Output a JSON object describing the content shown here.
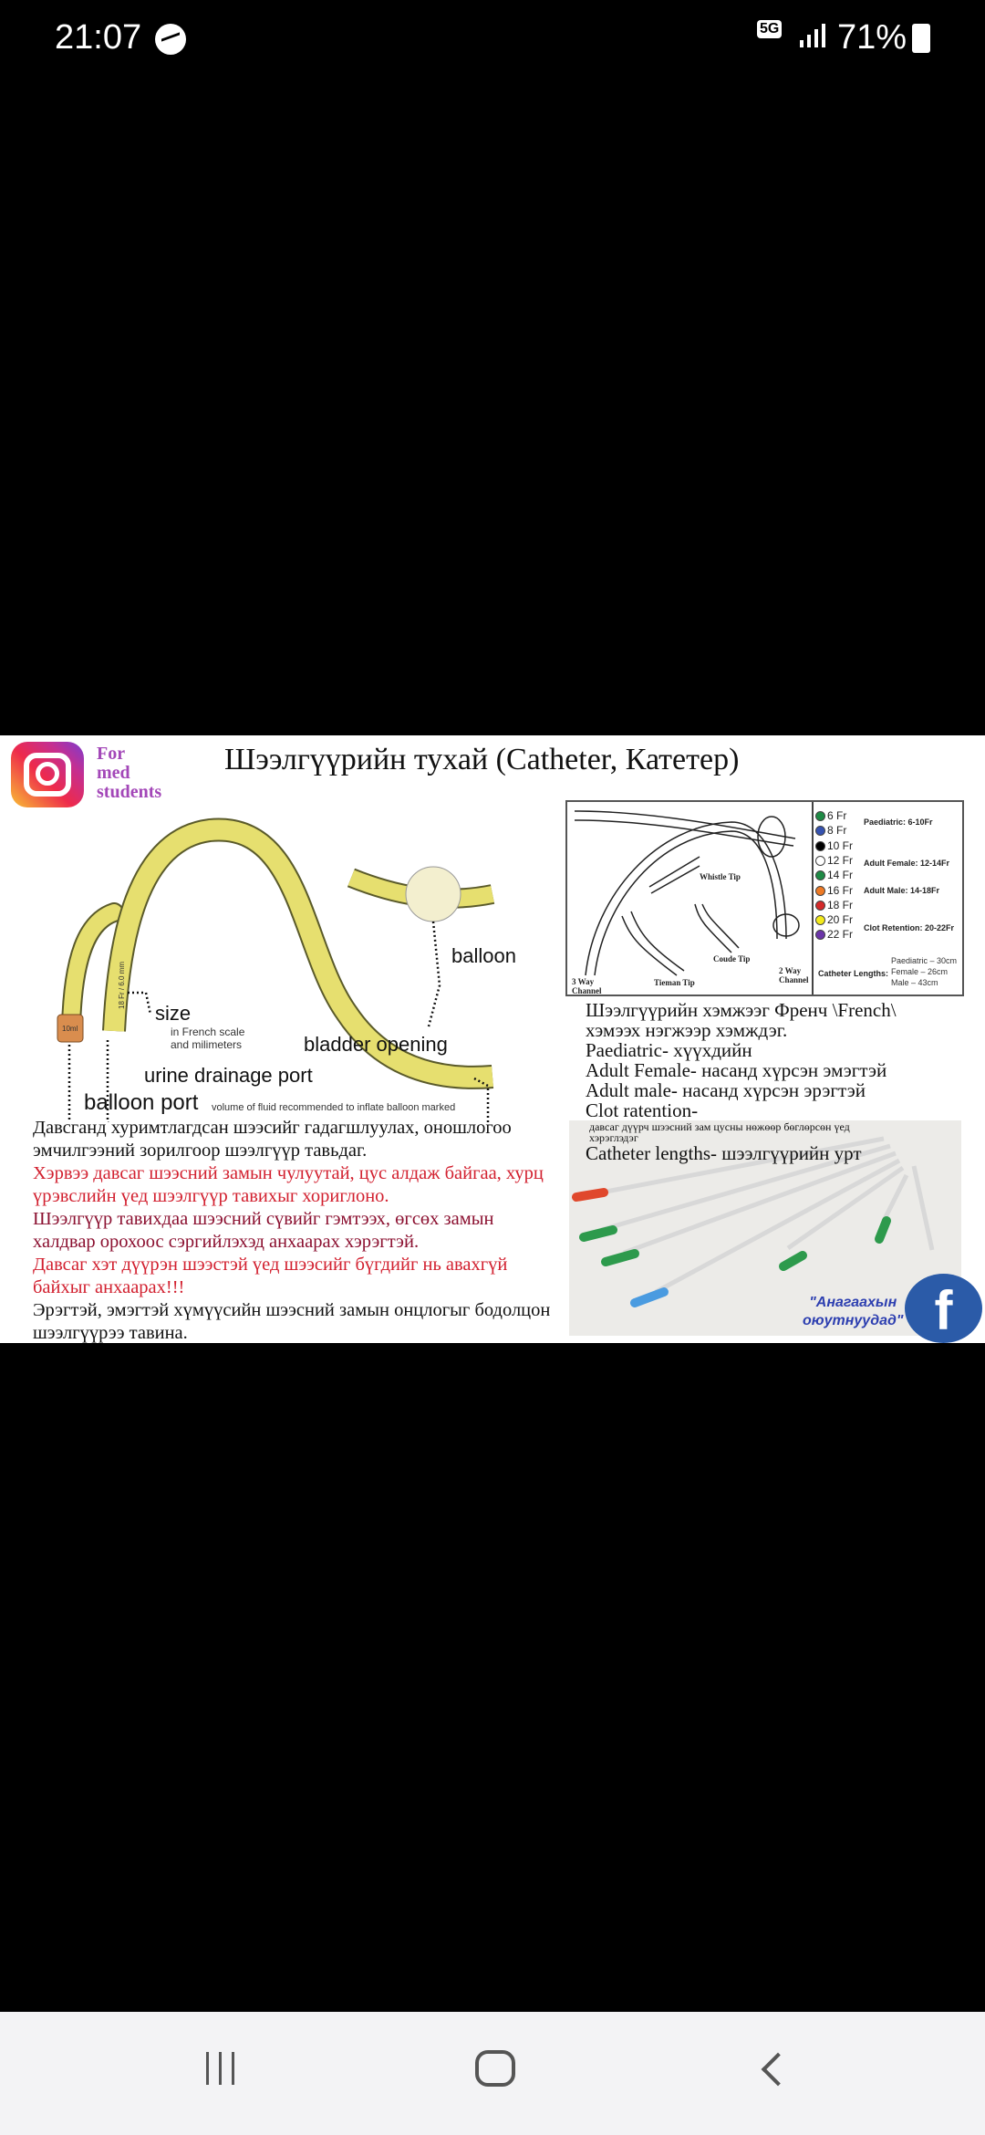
{
  "status_bar": {
    "time": "21:07",
    "network": "5G",
    "battery": "71%"
  },
  "post": {
    "badge": "For\nmed\nstudents",
    "title": "Шээлгүүрийн тухай (Catheter, Катетер)",
    "diagram": {
      "size_label": "size",
      "size_sub": "in French scale\nand milimeters",
      "tube_marking": "18 Fr / 6.0 mm",
      "port_marking": "10ml",
      "balloon": "balloon",
      "bladder_opening": "bladder opening",
      "urine_port": "urine drainage port",
      "balloon_port": "balloon port",
      "balloon_port_note": "volume of fluid recommended to inflate balloon marked"
    },
    "left_text": [
      {
        "text": "Давсганд хуримтлагдсан шээсийг гадагшлуулах, оношлогоо эмчилгээний зорилгоор шээлгүүр тавьдаг.",
        "style": "blk"
      },
      {
        "text": "Хэрвээ давсаг шээсний замын чулуутай, цус алдаж байгаа, хурц үрэвслийн үед шээлгүүр тавихыг хориглоно.",
        "style": "red"
      },
      {
        "text": "Шээлгүүр тавихдаа шээсний сүвийг гэмтээх, өгсөх замын халдвар орохоос сэргийлэхэд анхаарах хэрэгтэй.",
        "style": "dred"
      },
      {
        "text": "Давсаг хэт дүүрэн шээстэй үед шээсийг бүгдийг нь авахгүй байхыг анхаарах!!!",
        "style": "red"
      },
      {
        "text": "Эрэгтэй, эмэгтэй хүмүүсийн шээсний замын онцлогыг бодолцон шээлгүүрээ тавина.",
        "style": "blk"
      }
    ],
    "chart": {
      "tips": [
        "Whistle Tip",
        "Coude Tip",
        "Tieman Tip",
        "3 Way\nChannel",
        "2 Way\nChannel"
      ],
      "sizes": [
        {
          "label": "6 Fr",
          "color": "#1e8a45"
        },
        {
          "label": "8 Fr",
          "color": "#3552b0"
        },
        {
          "label": "10 Fr",
          "color": "#000000"
        },
        {
          "label": "12 Fr",
          "color": "#ffffff"
        },
        {
          "label": "14 Fr",
          "color": "#1e8a45"
        },
        {
          "label": "16 Fr",
          "color": "#ee7a25"
        },
        {
          "label": "18 Fr",
          "color": "#d42a2a"
        },
        {
          "label": "20 Fr",
          "color": "#f3ea1c"
        },
        {
          "label": "22 Fr",
          "color": "#6b35a8"
        }
      ],
      "groups": [
        "Paediatric: 6-10Fr",
        "Adult Female: 12-14Fr",
        "Adult Male: 14-18Fr",
        "Clot Retention: 20-22Fr"
      ],
      "lengths_label": "Catheter Lengths:",
      "lengths": [
        "Paediatric – 30cm",
        "Female – 26cm",
        "Male – 43cm"
      ]
    },
    "right_text": {
      "l1": "Шээлгүүрийн хэмжээг Френч \\French\\",
      "l2": "хэмээх нэгжээр хэмждэг.",
      "l3": "Paediatric- хүүхдийн",
      "l4": "Adult Female- насанд хүрсэн эмэгтэй",
      "l5": "Adult male- насанд хүрсэн эрэгтэй",
      "l6a": "Clot ratention-",
      "l6b": "давсаг дүүрч шээсний зам цусны нөжөөр бөглөрсөн үед хэрэглэдэг",
      "l7": "Catheter lengths- шээлгүүрийн урт"
    },
    "fb_text": "\"Анагаахын\nоюутнуудад\"",
    "fb_icon": "f"
  }
}
